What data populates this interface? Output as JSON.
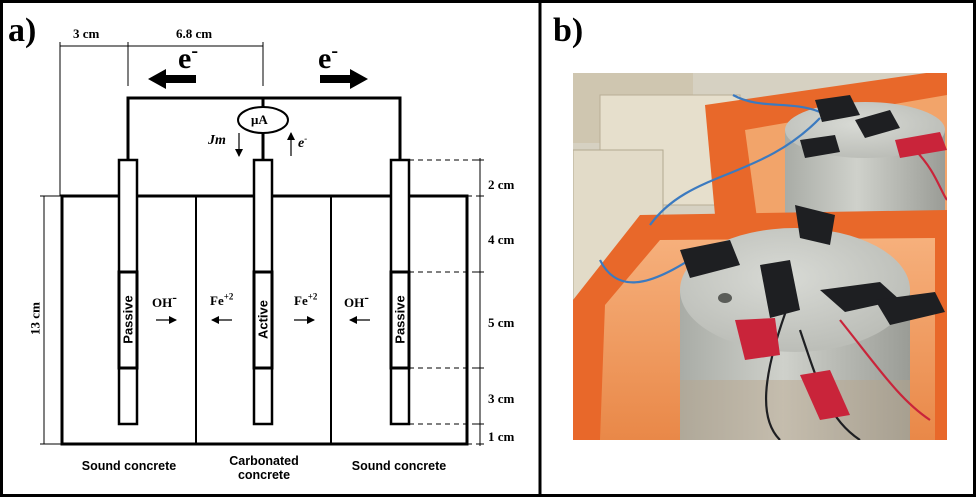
{
  "panel_a": {
    "letter": "a)",
    "electron_left": "e",
    "electron_right": "e",
    "electron_charge": "-",
    "dim_top_left": "3 cm",
    "dim_top_right": "6.8 cm",
    "ammeter": "μA",
    "jm_label": "Jm",
    "e_up_label": "e",
    "e_up_charge": "-",
    "height_total": "13 cm",
    "right_dims": [
      "2 cm",
      "4 cm",
      "5 cm",
      "3 cm",
      "1 cm"
    ],
    "electrodes": [
      "Passive",
      "Active",
      "Passive"
    ],
    "ion_oh": "OH",
    "ion_oh_charge": "-",
    "ion_fe": "Fe",
    "ion_fe_charge": "+2",
    "zone_left": "Sound concrete",
    "zone_center": "Carbonated concrete",
    "zone_right": "Sound concrete"
  },
  "panel_b": {
    "letter": "b)",
    "photo_colors": {
      "tray": "#e8682a",
      "water": "#f2a46a",
      "concrete": "#c9cbc4",
      "clip_black": "#1e1f22",
      "clip_red": "#c9243a",
      "wire_blue": "#3b7ac0",
      "background": "#d9d4c5"
    }
  }
}
